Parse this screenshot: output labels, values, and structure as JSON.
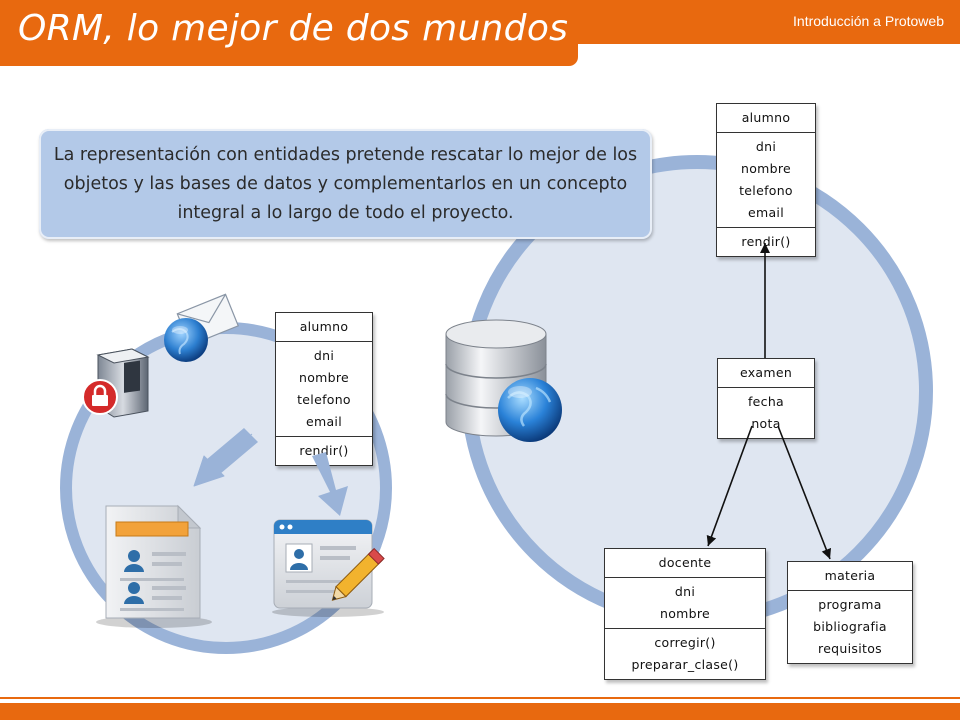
{
  "header": {
    "title": "ORM, lo mejor de dos mundos",
    "subtitle": "Introducción a Protoweb"
  },
  "callout": {
    "text": "La representación con entidades pretende rescatar lo mejor de los objetos y las bases de datos y complementarlos en un concepto integral a lo largo de todo el proyecto."
  },
  "classes": {
    "alumno_left": {
      "name": "alumno",
      "attributes": [
        "dni",
        "nombre",
        "telefono",
        "email"
      ],
      "methods": [
        "rendir()"
      ]
    },
    "alumno_right": {
      "name": "alumno",
      "attributes": [
        "dni",
        "nombre",
        "telefono",
        "email"
      ],
      "methods": [
        "rendir()"
      ]
    },
    "examen": {
      "name": "examen",
      "attributes": [
        "fecha",
        "nota"
      ],
      "methods": []
    },
    "docente": {
      "name": "docente",
      "attributes": [
        "dni",
        "nombre"
      ],
      "methods": [
        "corregir()",
        "preparar_clase()"
      ]
    },
    "materia": {
      "name": "materia",
      "attributes": [
        "programa",
        "bibliografia",
        "requisitos"
      ],
      "methods": []
    }
  },
  "icons": [
    "mail-globe-icon",
    "server-lock-icon",
    "database-globe-icon",
    "document-cards-icon",
    "form-pencil-icon",
    "arrow-down-left-icon",
    "arrow-down-icon"
  ],
  "colors": {
    "accent": "#e8690f",
    "circle_fill": "#dfe6f1",
    "circle_ring": "#9ab3d8",
    "callout": "#b3c9e8"
  }
}
